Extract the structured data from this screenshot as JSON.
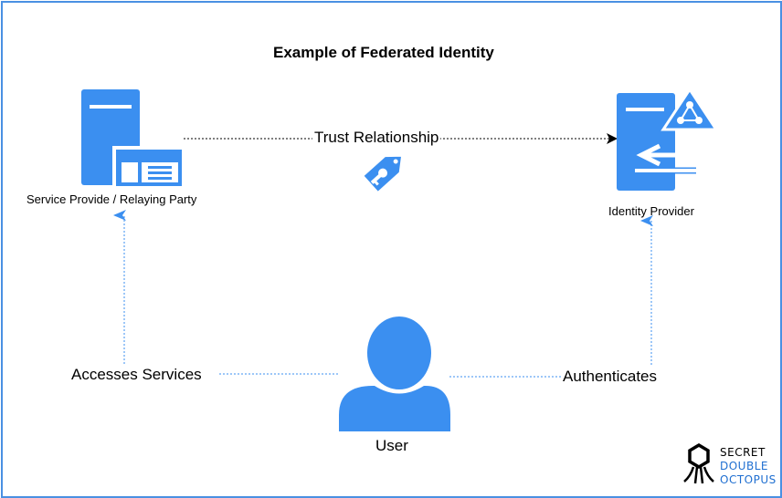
{
  "title": "Example of Federated Identity",
  "nodes": {
    "service_provider": "Service Provide / Relaying Party",
    "identity_provider": "Identity Provider",
    "user": "User"
  },
  "edges": {
    "trust": "Trust Relationship",
    "accesses": "Accesses Services",
    "authenticates": "Authenticates"
  },
  "logo": {
    "line1": "SECRET",
    "line2": "DOUBLE",
    "line3": "OCTOPUS"
  },
  "colors": {
    "accent": "#3b8ff0",
    "frame": "#4a90e2",
    "logo_blue": "#1f6fd1"
  },
  "icons": {
    "service_provider": "server-with-browser-icon",
    "identity_provider": "server-with-network-icon",
    "trust": "key-tag-icon",
    "user": "user-icon",
    "logo": "octopus-logo-icon"
  }
}
